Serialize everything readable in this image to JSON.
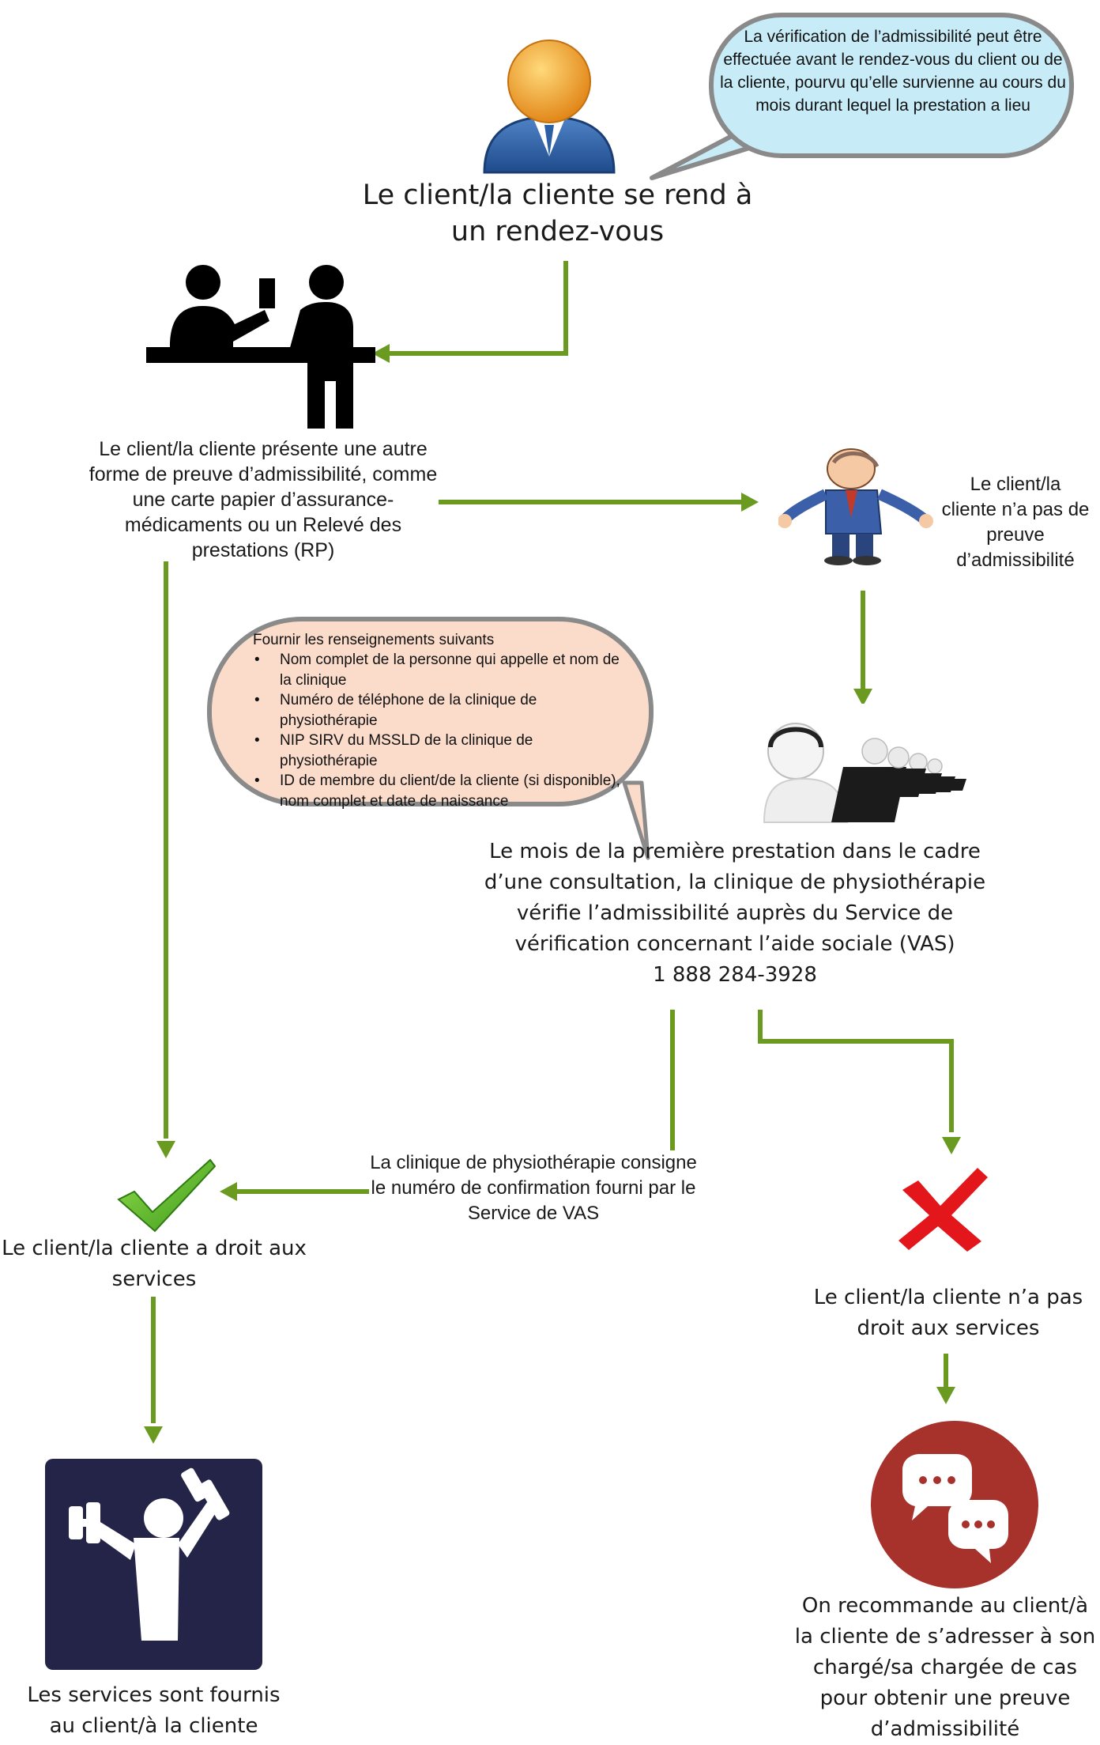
{
  "start": {
    "label": "Le client/la cliente se rend à un rendez-vous"
  },
  "note_timing": {
    "text": "La vérification de l’admissibilité peut être effectuée avant le rendez-vous du client ou de la cliente, pourvu qu’elle survienne au cours du mois durant lequel la prestation a lieu"
  },
  "alt_proof": {
    "label": "Le client/la cliente présente une autre forme de preuve d’admissibilité, comme une carte papier d’assurance-médicaments ou un Relevé des prestations (RP)"
  },
  "no_proof": {
    "label": "Le client/la cliente n’a pas de preuve d’admissibilité"
  },
  "info_note": {
    "title": "Fournir les renseignements suivants",
    "items": [
      "Nom complet de la personne qui appelle et nom de la clinique",
      "Numéro de téléphone de la clinique de physiothérapie",
      "NIP SIRV du MSSLD de la clinique de physiothérapie",
      "ID de membre du client/de la cliente (si disponible), nom complet et date de naissance"
    ]
  },
  "verification": {
    "line1": "Le mois de la première prestation dans le cadre",
    "line2": "d’une consultation, la clinique de physiothérapie",
    "line3": "vérifie l’admissibilité auprès du Service de",
    "line4": "vérification concernant l’aide sociale (VAS)",
    "phone": "1 888 284-3928"
  },
  "confirmation": {
    "label": "La clinique de physiothérapie consigne le numéro de confirmation fourni par le Service de VAS"
  },
  "eligible": {
    "label": "Le client/la cliente a droit aux services"
  },
  "not_eligible": {
    "label": "Le client/la cliente n’a pas droit aux services"
  },
  "services": {
    "label": "Les services sont fournis au client/à la cliente"
  },
  "recommendation": {
    "label": "On recommande au client/à la cliente de s’adresser à son chargé/sa chargée de cas pour obtenir une preuve d’admissibilité"
  },
  "colors": {
    "arrow": "#6a9a1f",
    "note_blue_fill": "#c7ecf8",
    "note_peach_fill": "#fbdccb",
    "note_border": "#8a8a8a",
    "check": "#5cb82e",
    "cross": "#e3161b",
    "chat_circle": "#a7322c",
    "fitness_bg": "#232447"
  },
  "icons": [
    "user-icon",
    "reception-desk-icon",
    "confused-man-icon",
    "call-center-icon",
    "checkmark-icon",
    "cross-icon",
    "chat-bubbles-icon",
    "fitness-icon"
  ]
}
